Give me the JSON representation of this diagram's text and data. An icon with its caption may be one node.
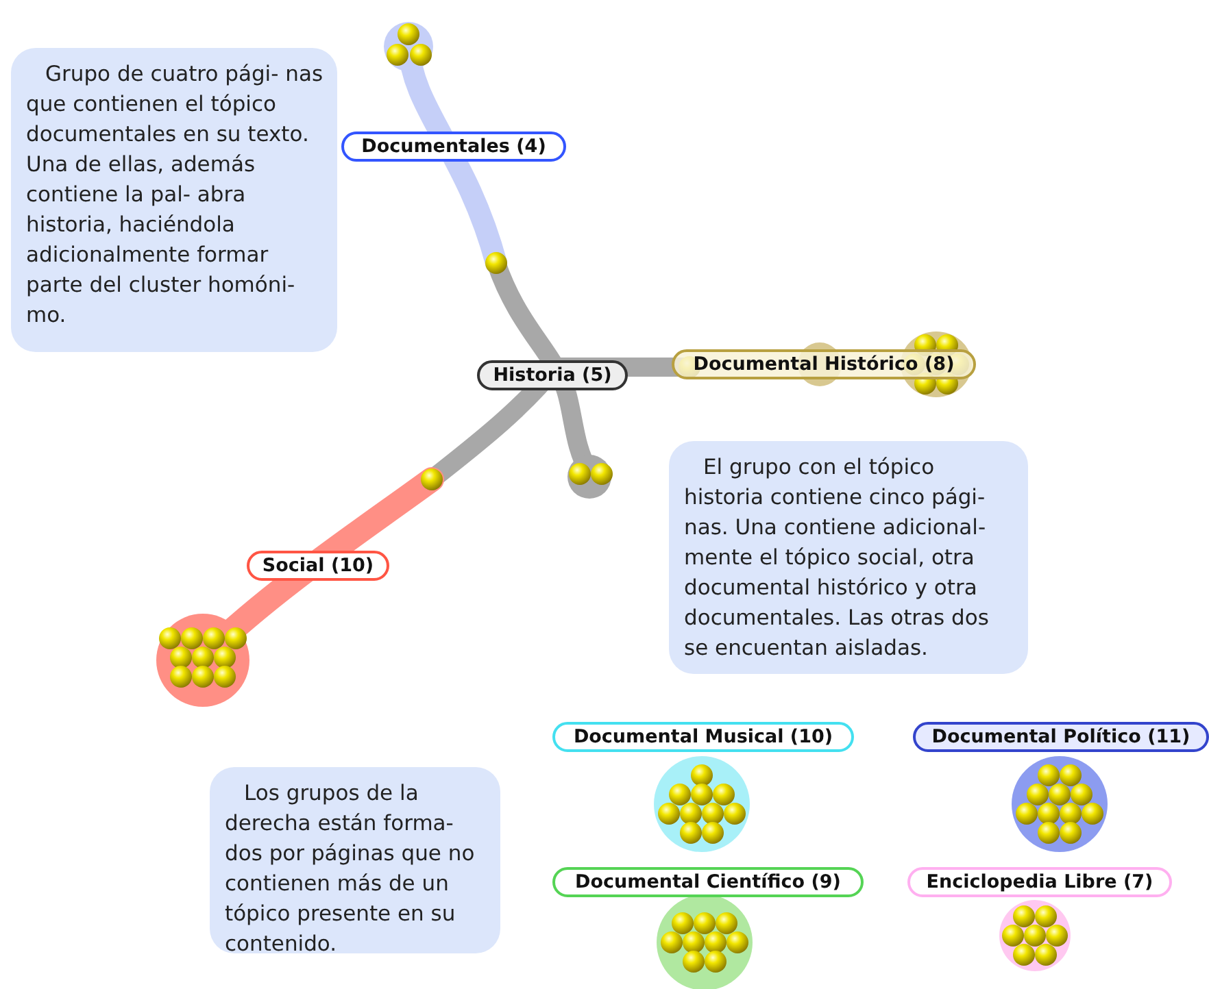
{
  "diagram": {
    "nodes": [
      {
        "text": [
          "Grupo de cuatro pági- nas que contienen el tópico documentales en su texto. Una de ellas, además contiene la pal- abra historia, haciéndola adicionalmente formar parte del cluster homóni- mo."
        ]
      },
      {
        "text": [
          "Documentales (4)"
        ]
      },
      {
        "text": [
          "Historia (5)"
        ]
      },
      {
        "text": [
          "Documental Histórico (8)"
        ]
      },
      {
        "text": [
          "El grupo con el tópico historia contiene cinco pági- nas. Una contiene adicional- mente el tópico social, otra documental histórico y otra documentales. Las otras dos se encuentan aisladas."
        ]
      },
      {
        "text": [
          "Social (10)"
        ]
      },
      {
        "text": [
          "Documental Musical (10)"
        ]
      },
      {
        "text": [
          "Documental Político (11)"
        ]
      },
      {
        "text": [
          "Los grupos de la derecha están forma- dos por páginas que no contienen más de un tópico presente en su contenido."
        ]
      },
      {
        "text": [
          "Documental Científico (9)"
        ]
      },
      {
        "text": [
          "Enciclopedia Libre (7)"
        ]
      }
    ]
  }
}
